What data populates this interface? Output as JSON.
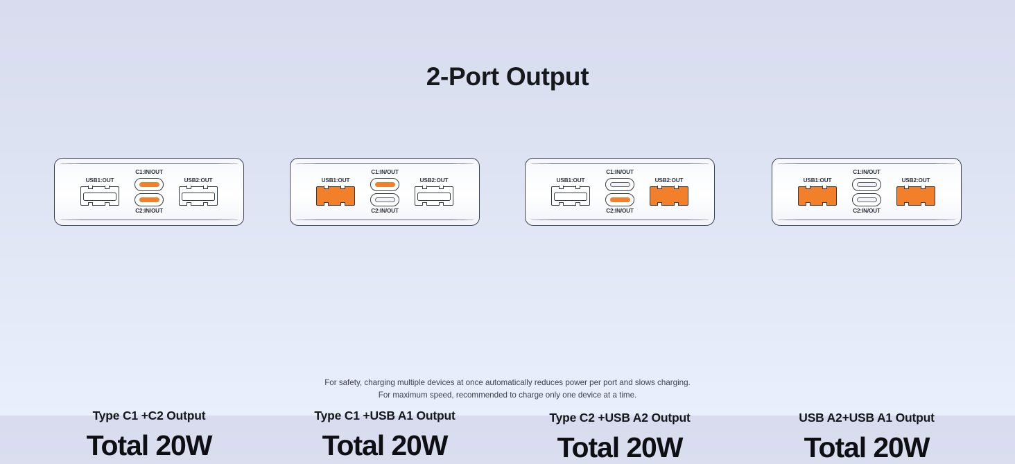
{
  "title": "2-Port Output",
  "colors": {
    "accent_orange": "#f2802a",
    "outline": "#333a47",
    "text": "#16181c",
    "bg_top": "#d8dcee",
    "bg_bottom": "#e9effc"
  },
  "port_labels": {
    "usb1": "USB1:OUT",
    "usb2": "USB2:OUT",
    "c1": "C1:IN/OUT",
    "c2": "C2:IN/OUT"
  },
  "panels": [
    {
      "combination": "Type C1 +C2 Output",
      "total": "Total 20W",
      "ports": {
        "usb1_active": false,
        "c1_active": true,
        "c2_active": true,
        "usb2_active": false
      }
    },
    {
      "combination": "Type C1 +USB A1 Output",
      "total": "Total 20W",
      "ports": {
        "usb1_active": true,
        "c1_active": true,
        "c2_active": false,
        "usb2_active": false
      }
    },
    {
      "combination": "Type C2 +USB A2 Output",
      "total": "Total 20W",
      "ports": {
        "usb1_active": false,
        "c1_active": false,
        "c2_active": true,
        "usb2_active": true
      }
    },
    {
      "combination": "USB A2+USB A1 Output",
      "total": "Total 20W",
      "ports": {
        "usb1_active": true,
        "c1_active": false,
        "c2_active": false,
        "usb2_active": true
      }
    }
  ],
  "footer": {
    "line1": "For safety, charging multiple devices at once automatically reduces power per port and slows charging.",
    "line2": "For maximum speed, recommended to charge only one device at a time."
  }
}
